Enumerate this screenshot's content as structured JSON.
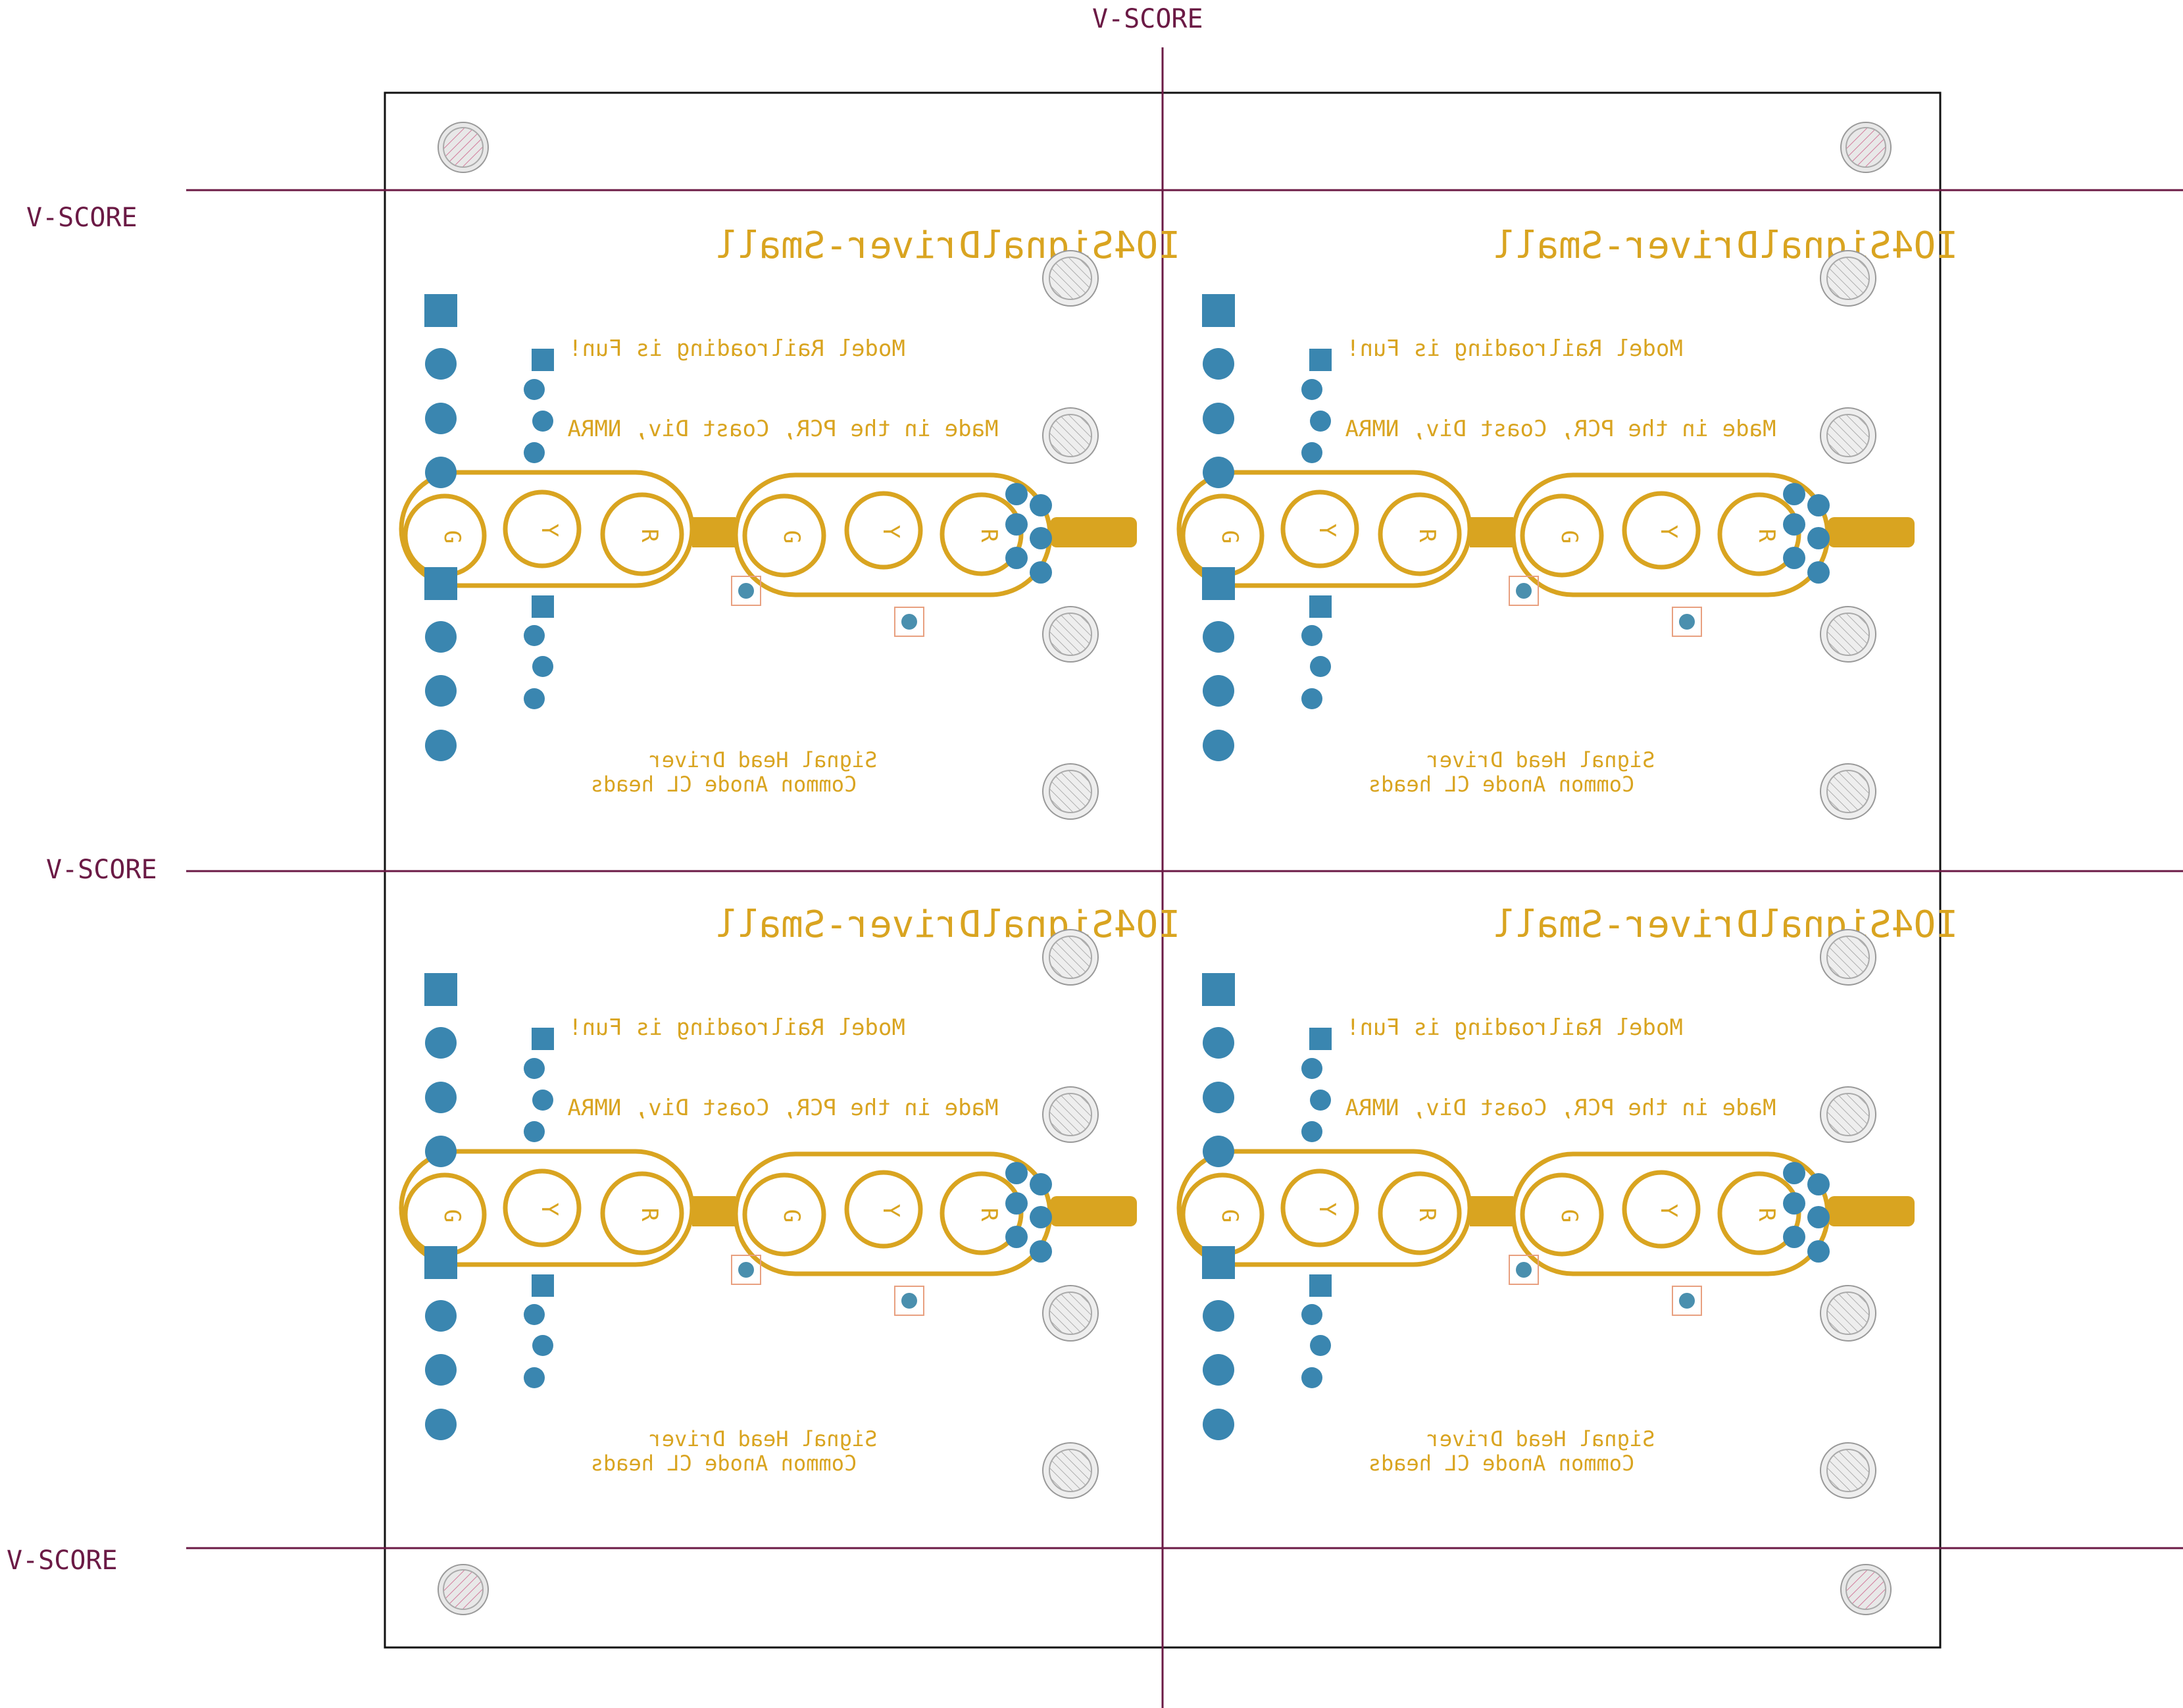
{
  "vscore_label": "V-SCORE",
  "colors": {
    "score_line": "#6b1a45",
    "silk": "#d9a420",
    "pad": "#3a86b0",
    "pad_dark": "#2b6d95",
    "hole": "#bbbbbb",
    "hole_hatch": "#d27a9b",
    "outline": "#111111"
  },
  "panel_text": {
    "title": "IO4SignalDriver-Small",
    "line1": "Model Railroading is Fun!",
    "line2": "Made in the PCR, Coast Div, NMRA",
    "line3": "Signal Head Driver",
    "line4": "Common Anode CL heads",
    "lamp_g": "G",
    "lamp_y": "Y",
    "lamp_r": "R"
  },
  "panel_count": 4
}
